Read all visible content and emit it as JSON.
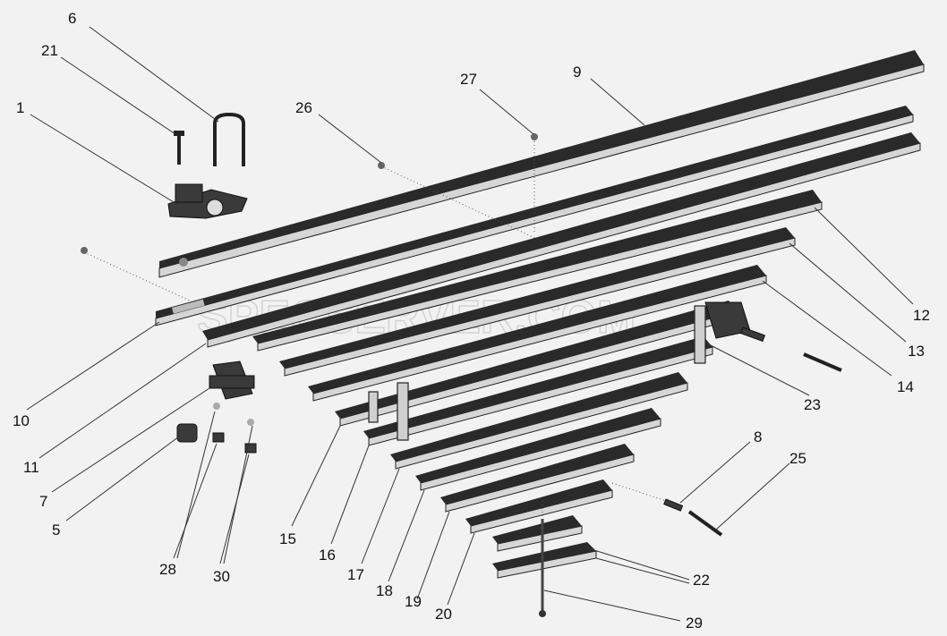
{
  "watermark": "SPECSERVER.COM",
  "labels": [
    {
      "id": "l6",
      "text": "6"
    },
    {
      "id": "l21",
      "text": "21"
    },
    {
      "id": "l1",
      "text": "1"
    },
    {
      "id": "l26",
      "text": "26"
    },
    {
      "id": "l27",
      "text": "27"
    },
    {
      "id": "l9",
      "text": "9"
    },
    {
      "id": "l12",
      "text": "12"
    },
    {
      "id": "l13",
      "text": "13"
    },
    {
      "id": "l14",
      "text": "14"
    },
    {
      "id": "l23",
      "text": "23"
    },
    {
      "id": "l10",
      "text": "10"
    },
    {
      "id": "l11",
      "text": "11"
    },
    {
      "id": "l7",
      "text": "7"
    },
    {
      "id": "l5",
      "text": "5"
    },
    {
      "id": "l15",
      "text": "15"
    },
    {
      "id": "l16",
      "text": "16"
    },
    {
      "id": "l17",
      "text": "17"
    },
    {
      "id": "l18",
      "text": "18"
    },
    {
      "id": "l19",
      "text": "19"
    },
    {
      "id": "l20",
      "text": "20"
    },
    {
      "id": "l28",
      "text": "28"
    },
    {
      "id": "l30",
      "text": "30"
    },
    {
      "id": "l8",
      "text": "8"
    },
    {
      "id": "l25",
      "text": "25"
    },
    {
      "id": "l22",
      "text": "22"
    },
    {
      "id": "l29",
      "text": "29"
    }
  ]
}
